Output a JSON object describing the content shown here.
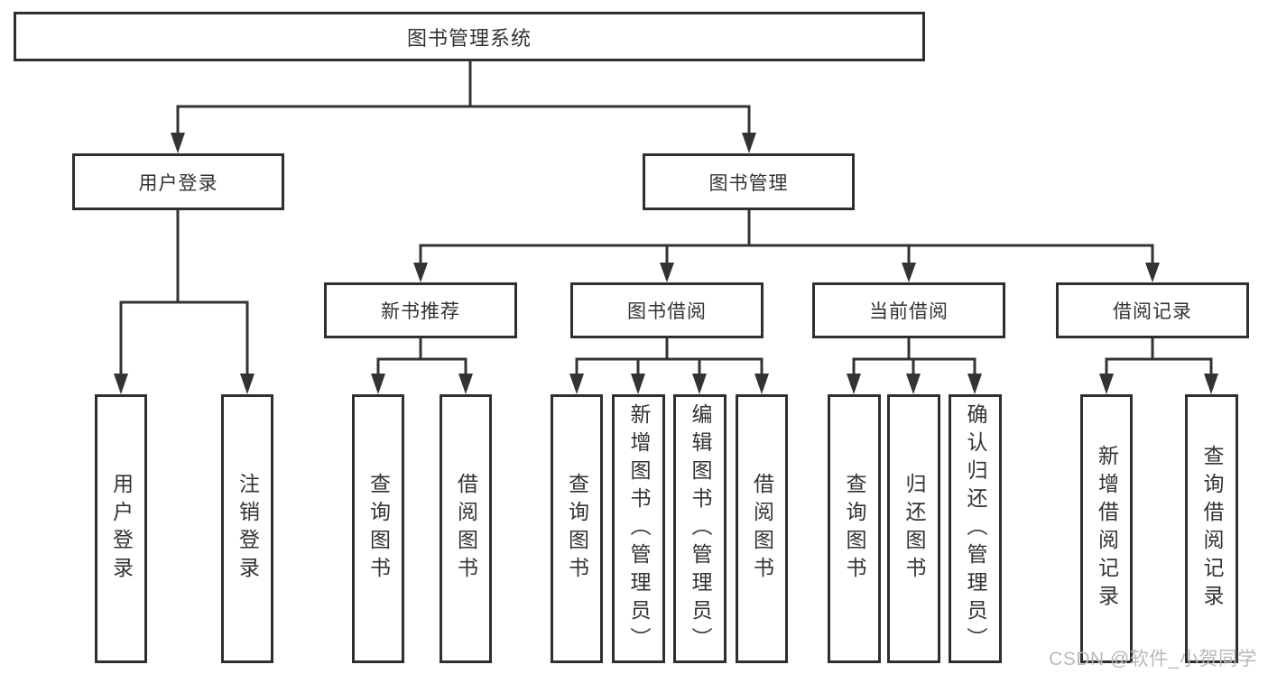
{
  "diagram": {
    "root": {
      "label": "图书管理系统"
    },
    "level2": [
      {
        "label": "用户登录"
      },
      {
        "label": "图书管理"
      }
    ],
    "level3": [
      {
        "label": "新书推荐"
      },
      {
        "label": "图书借阅"
      },
      {
        "label": "当前借阅"
      },
      {
        "label": "借阅记录"
      }
    ],
    "leaves": [
      {
        "label": "用户登录"
      },
      {
        "label": "注销登录"
      },
      {
        "label": "查询图书"
      },
      {
        "label": "借阅图书"
      },
      {
        "label": "查询图书"
      },
      {
        "label": "新增图书（管理员）"
      },
      {
        "label": "编辑图书（管理员）"
      },
      {
        "label": "借阅图书"
      },
      {
        "label": "查询图书"
      },
      {
        "label": "归还图书"
      },
      {
        "label": "确认归还（管理员）"
      },
      {
        "label": "新增借阅记录"
      },
      {
        "label": "查询借阅记录"
      }
    ]
  },
  "watermark": {
    "text": "CSDN @软件_小贺同学"
  },
  "colors": {
    "line": "#333333",
    "box_border": "#2f2f2f",
    "box_background": "#ffffff",
    "text": "#333333",
    "watermark_text": "#b9b9b9"
  }
}
